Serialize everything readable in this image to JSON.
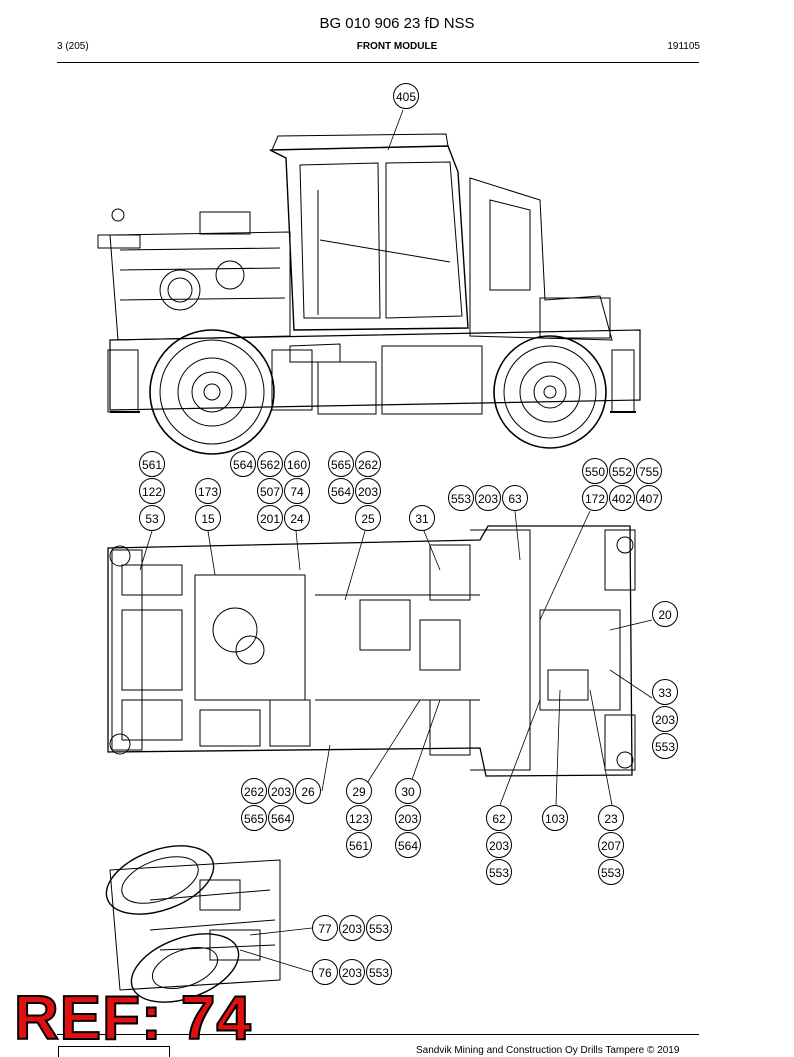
{
  "header": {
    "doc_id": "BG 010 906 23 fD NSS",
    "page": "3 (205)",
    "section": "FRONT MODULE",
    "date_code": "191105"
  },
  "callouts": [
    "405",
    "561",
    "564",
    "562",
    "160",
    "565",
    "262",
    "122",
    "173",
    "507",
    "74",
    "564",
    "203",
    "53",
    "15",
    "201",
    "24",
    "25",
    "31",
    "550",
    "552",
    "755",
    "553",
    "203",
    "63",
    "172",
    "402",
    "407",
    "20",
    "33",
    "203",
    "553",
    "262",
    "203",
    "26",
    "29",
    "30",
    "62",
    "103",
    "23",
    "565",
    "564",
    "123",
    "203",
    "203",
    "207",
    "561",
    "564",
    "553",
    "553",
    "77",
    "203",
    "553",
    "76",
    "203",
    "553"
  ],
  "footer": {
    "copyright": "Sandvik Mining and Construction Oy Drills Tampere © 2019"
  },
  "stamp": {
    "text": "REF: 74",
    "color": "#e01010"
  }
}
